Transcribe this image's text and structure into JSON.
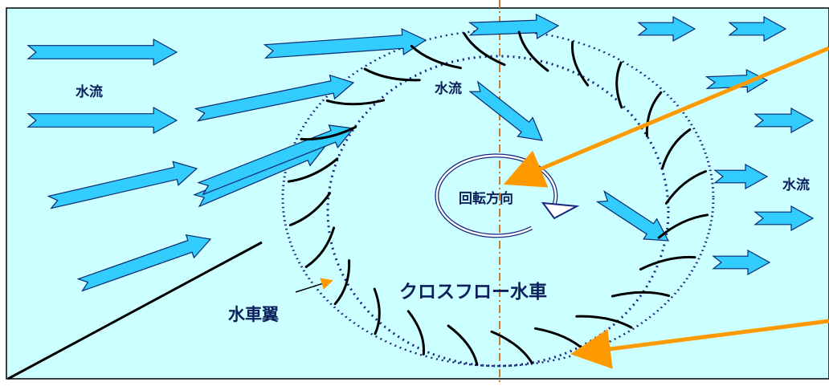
{
  "labels": {
    "water_flow_left": "水流",
    "water_flow_inner": "水流",
    "water_flow_right": "水流",
    "rotation_direction": "回転方向",
    "turbine_name": "クロスフロー水車",
    "blade": "水車翼"
  },
  "colors": {
    "background": "#ccffff",
    "arrow_fill": "#33ccff",
    "arrow_stroke": "#0a2a6e",
    "blade": "#000000",
    "dotted_circle": "#1a237e",
    "center_line": "#cc7a33",
    "pointer": "#ff9900",
    "text": "#0a1f5c"
  }
}
